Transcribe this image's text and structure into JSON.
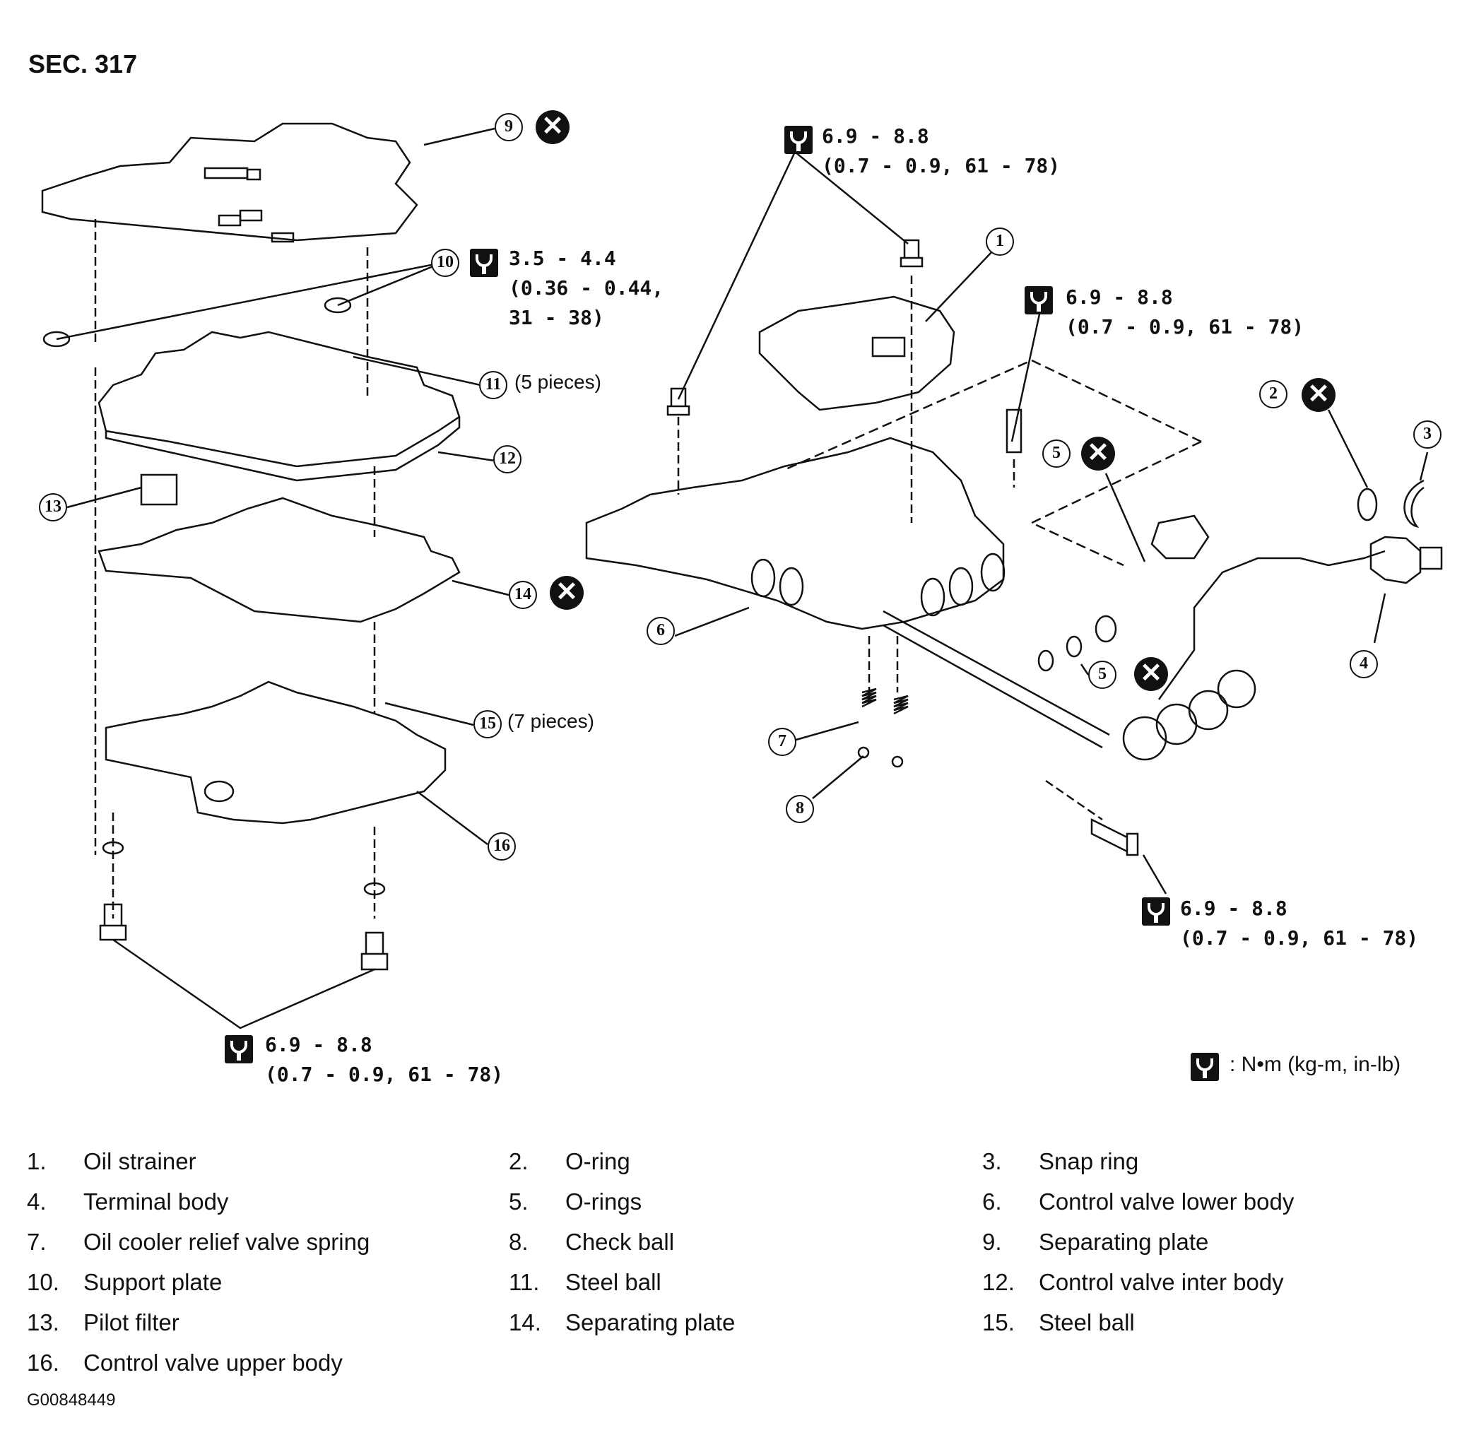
{
  "section": "SEC. 317",
  "torque_specs": [
    {
      "id": "t1",
      "line1": "6.9 - 8.8",
      "line2": "(0.7 - 0.9, 61 - 78)",
      "line3": ""
    },
    {
      "id": "t2",
      "line1": "3.5 - 4.4",
      "line2": "(0.36 - 0.44,",
      "line3": "31 - 38)"
    },
    {
      "id": "t3",
      "line1": "6.9 - 8.8",
      "line2": "(0.7 - 0.9, 61 - 78)",
      "line3": ""
    },
    {
      "id": "t4",
      "line1": "6.9 - 8.8",
      "line2": "(0.7 - 0.9, 61 - 78)",
      "line3": ""
    },
    {
      "id": "t5",
      "line1": "6.9 - 8.8",
      "line2": "(0.7 - 0.9, 61 - 78)",
      "line3": ""
    }
  ],
  "callouts": [
    "1",
    "2",
    "3",
    "4",
    "5",
    "5",
    "6",
    "7",
    "8",
    "9",
    "10",
    "11",
    "12",
    "13",
    "14",
    "15",
    "16"
  ],
  "notes": {
    "pieces_11": "(5 pieces)",
    "pieces_15": "(7 pieces)"
  },
  "unit_legend": ": N•m (kg-m, in-lb)",
  "legend": [
    {
      "num": "1.",
      "label": "Oil strainer"
    },
    {
      "num": "2.",
      "label": "O-ring"
    },
    {
      "num": "3.",
      "label": "Snap ring"
    },
    {
      "num": "4.",
      "label": "Terminal body"
    },
    {
      "num": "5.",
      "label": "O-rings"
    },
    {
      "num": "6.",
      "label": "Control valve lower body"
    },
    {
      "num": "7.",
      "label": "Oil cooler relief valve spring"
    },
    {
      "num": "8.",
      "label": "Check ball"
    },
    {
      "num": "9.",
      "label": "Separating plate"
    },
    {
      "num": "10.",
      "label": "Support plate"
    },
    {
      "num": "11.",
      "label": "Steel ball"
    },
    {
      "num": "12.",
      "label": "Control valve inter body"
    },
    {
      "num": "13.",
      "label": "Pilot filter"
    },
    {
      "num": "14.",
      "label": "Separating plate"
    },
    {
      "num": "15.",
      "label": "Steel ball"
    },
    {
      "num": "16.",
      "label": "Control valve upper body"
    }
  ],
  "figure_id": "G00848449"
}
